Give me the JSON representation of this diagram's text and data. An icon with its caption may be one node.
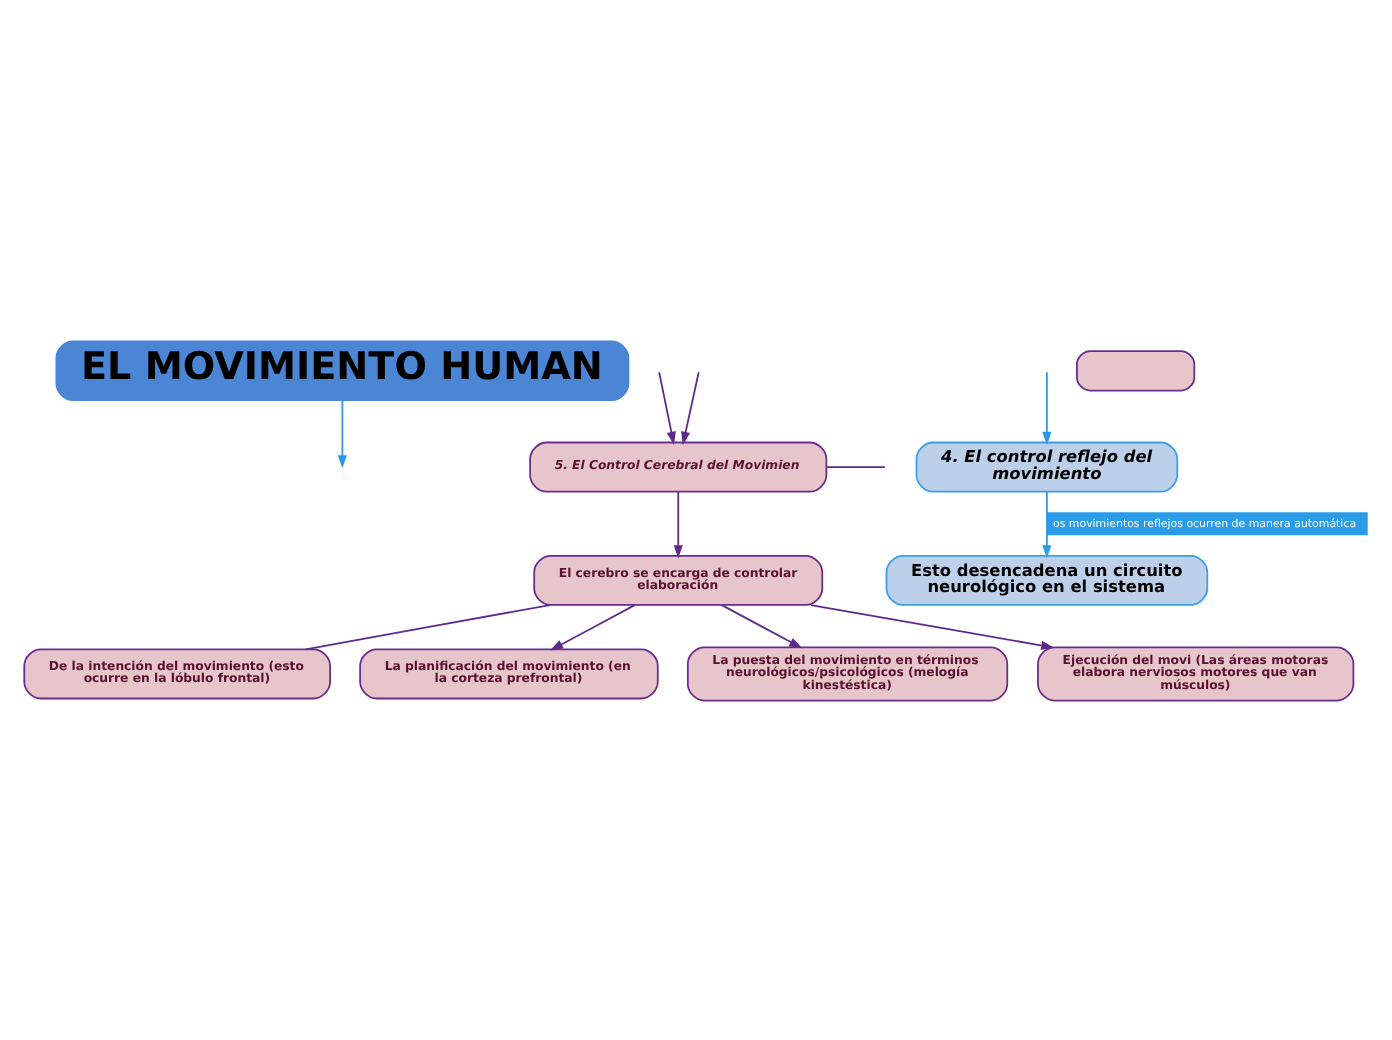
{
  "diagram": {
    "nodes": [
      {
        "text": [
          "EL MOVIMIENTO HUMAN"
        ]
      },
      {
        "text": [
          "5. El Control Cerebral del Movimien"
        ]
      },
      {
        "text": [
          "El cerebro se encarga de controlar elaboración"
        ]
      },
      {
        "text": [
          "De la intención del movimiento (esto ocurre en la lóbulo frontal)"
        ]
      },
      {
        "text": [
          "La planificación del movimiento (en la corteza prefrontal)"
        ]
      },
      {
        "text": [
          "La puesta del movimiento en términos neurológicos/psicológicos (melogía kinestéstica)"
        ]
      },
      {
        "text": [
          "Ejecución del movi (Las áreas motoras elabora nerviosos motores que van músculos)"
        ]
      },
      {
        "text": [
          "4. El control reflejo del movimiento"
        ]
      },
      {
        "text": [
          "Esto desencadena un circuito neurológico en el sistema"
        ]
      },
      {
        "text": [],
        "shape": "box"
      }
    ],
    "edges": [
      {
        "from": 0,
        "to": null,
        "arrow": "to",
        "color": "#2a9be8"
      },
      {
        "from": null,
        "to": 1,
        "arrow": "to"
      },
      {
        "from": null,
        "to": 1,
        "arrow": "to"
      },
      {
        "from": 1,
        "to": null,
        "arrow": "none"
      },
      {
        "from": 1,
        "to": 2,
        "arrow": "to"
      },
      {
        "from": 2,
        "to": 3,
        "arrow": "none"
      },
      {
        "from": 2,
        "to": 4,
        "arrow": "to"
      },
      {
        "from": 2,
        "to": 5,
        "arrow": "to"
      },
      {
        "from": 2,
        "to": 6,
        "arrow": "to"
      },
      {
        "from": null,
        "to": 7,
        "arrow": "to",
        "color": "#2a9be8"
      },
      {
        "from": 7,
        "to": 8,
        "arrow": "to",
        "label": "os movimientos reflejos ocurren de manera automática",
        "color": "#2a9be8"
      }
    ]
  }
}
